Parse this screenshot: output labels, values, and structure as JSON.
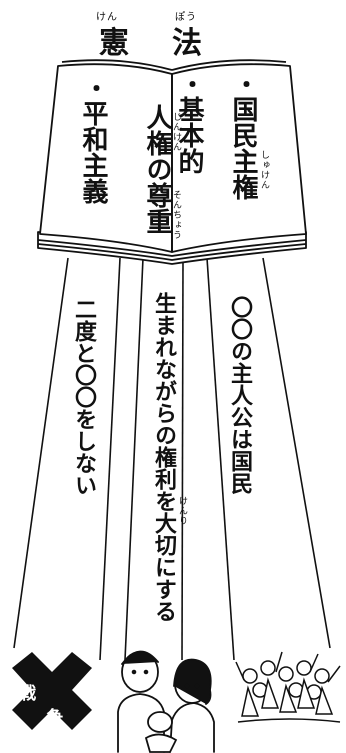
{
  "title": {
    "kenpo_kanji_1": "憲",
    "kenpo_kanji_2": "法",
    "ruby_1": "けん",
    "ruby_2": "ぽう"
  },
  "book": {
    "bullet": "・",
    "p1": {
      "label": "国民主権",
      "ruby": "しゅけん"
    },
    "p2": {
      "line1": "基本的",
      "line2": "人権の尊重",
      "ruby_1": "じんけん",
      "ruby_2": "そんちょう"
    },
    "p3": {
      "label": "平和主義"
    }
  },
  "beams": {
    "left": "二度と〇〇をしない",
    "center": "生まれながらの権利を大切にする",
    "center_ruby": "けんり",
    "right": "〇〇の主人公は国民"
  },
  "icons": {
    "war_char_1": "戦",
    "war_char_2": "争"
  },
  "colors": {
    "ink": "#111111",
    "paper": "#ffffff"
  }
}
